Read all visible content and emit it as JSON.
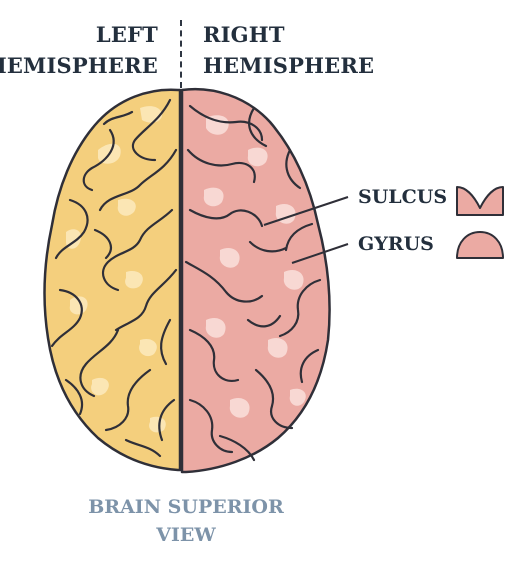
{
  "labels": {
    "left_hemisphere": [
      "LEFT",
      "HEMISPHERE"
    ],
    "right_hemisphere": [
      "RIGHT",
      "HEMISPHERE"
    ],
    "sulcus": "SULCUS",
    "gyrus": "GYRUS",
    "caption": [
      "BRAIN SUPERIOR",
      "VIEW"
    ]
  },
  "colors": {
    "left_hemisphere_fill": "#f4cf7d",
    "left_hemisphere_highlight": "#fbe6b4",
    "right_hemisphere_fill": "#ebaaa3",
    "right_hemisphere_highlight": "#f8d8d3",
    "outline": "#2f2f38",
    "caption": "#7d93a9",
    "text": "#232f3d"
  }
}
